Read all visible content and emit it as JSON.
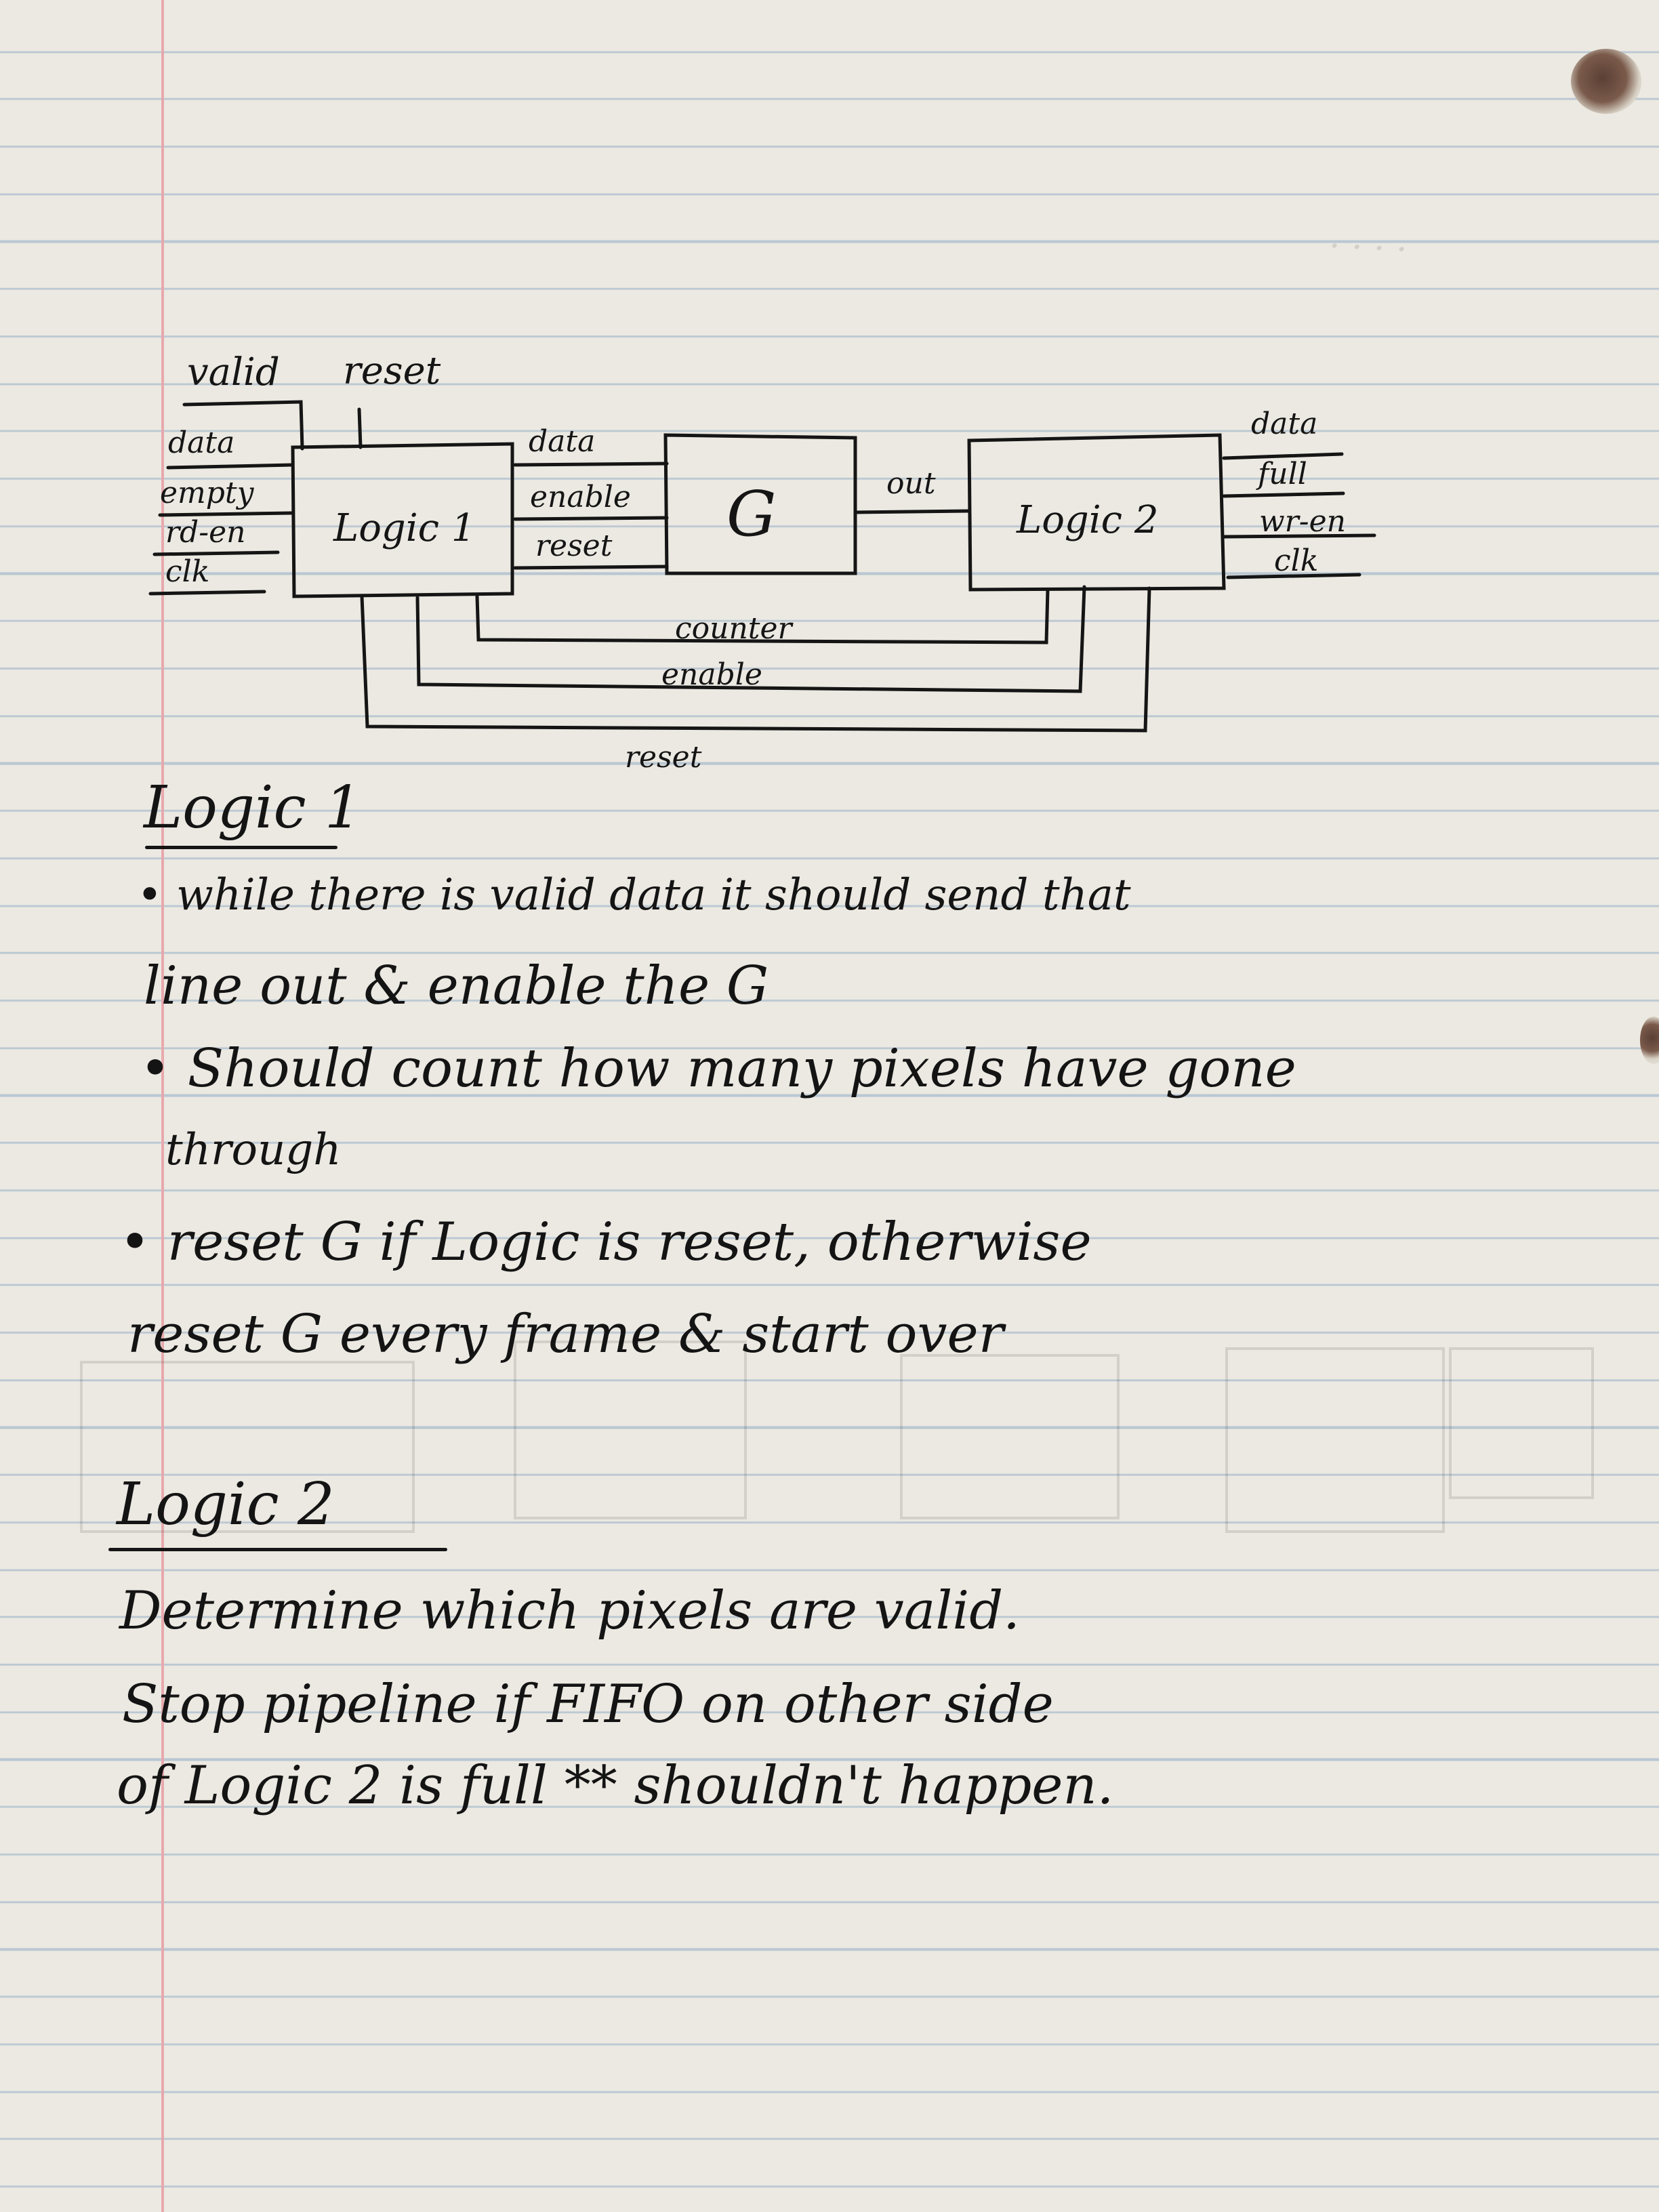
{
  "diagram": {
    "blocks": {
      "logic1": "Logic 1",
      "g": "G",
      "logic2": "Logic 2"
    },
    "logic1_inputs": {
      "top": [
        "valid",
        "reset"
      ],
      "left": [
        "data",
        "empty",
        "rd-en",
        "clk"
      ]
    },
    "logic1_to_g": [
      "data",
      "enable",
      "reset"
    ],
    "g_to_logic2": "out",
    "logic2_outputs": [
      "data",
      "full",
      "wr-en",
      "clk"
    ],
    "feedback": [
      "counter",
      "enable",
      "reset"
    ]
  },
  "notes": {
    "logic1_heading": "Logic 1",
    "logic1_lines": [
      "• while there is valid data it should send that",
      "line out & enable the G",
      "• Should count how many pixels have gone",
      "through",
      "• reset G if Logic is reset, otherwise",
      "reset G every frame & start over"
    ],
    "logic2_heading": "Logic 2",
    "logic2_lines": [
      "Determine which pixels are valid.",
      "Stop pipeline if FIFO on other side",
      "of Logic 2 is full  ** shouldn't happen."
    ]
  }
}
